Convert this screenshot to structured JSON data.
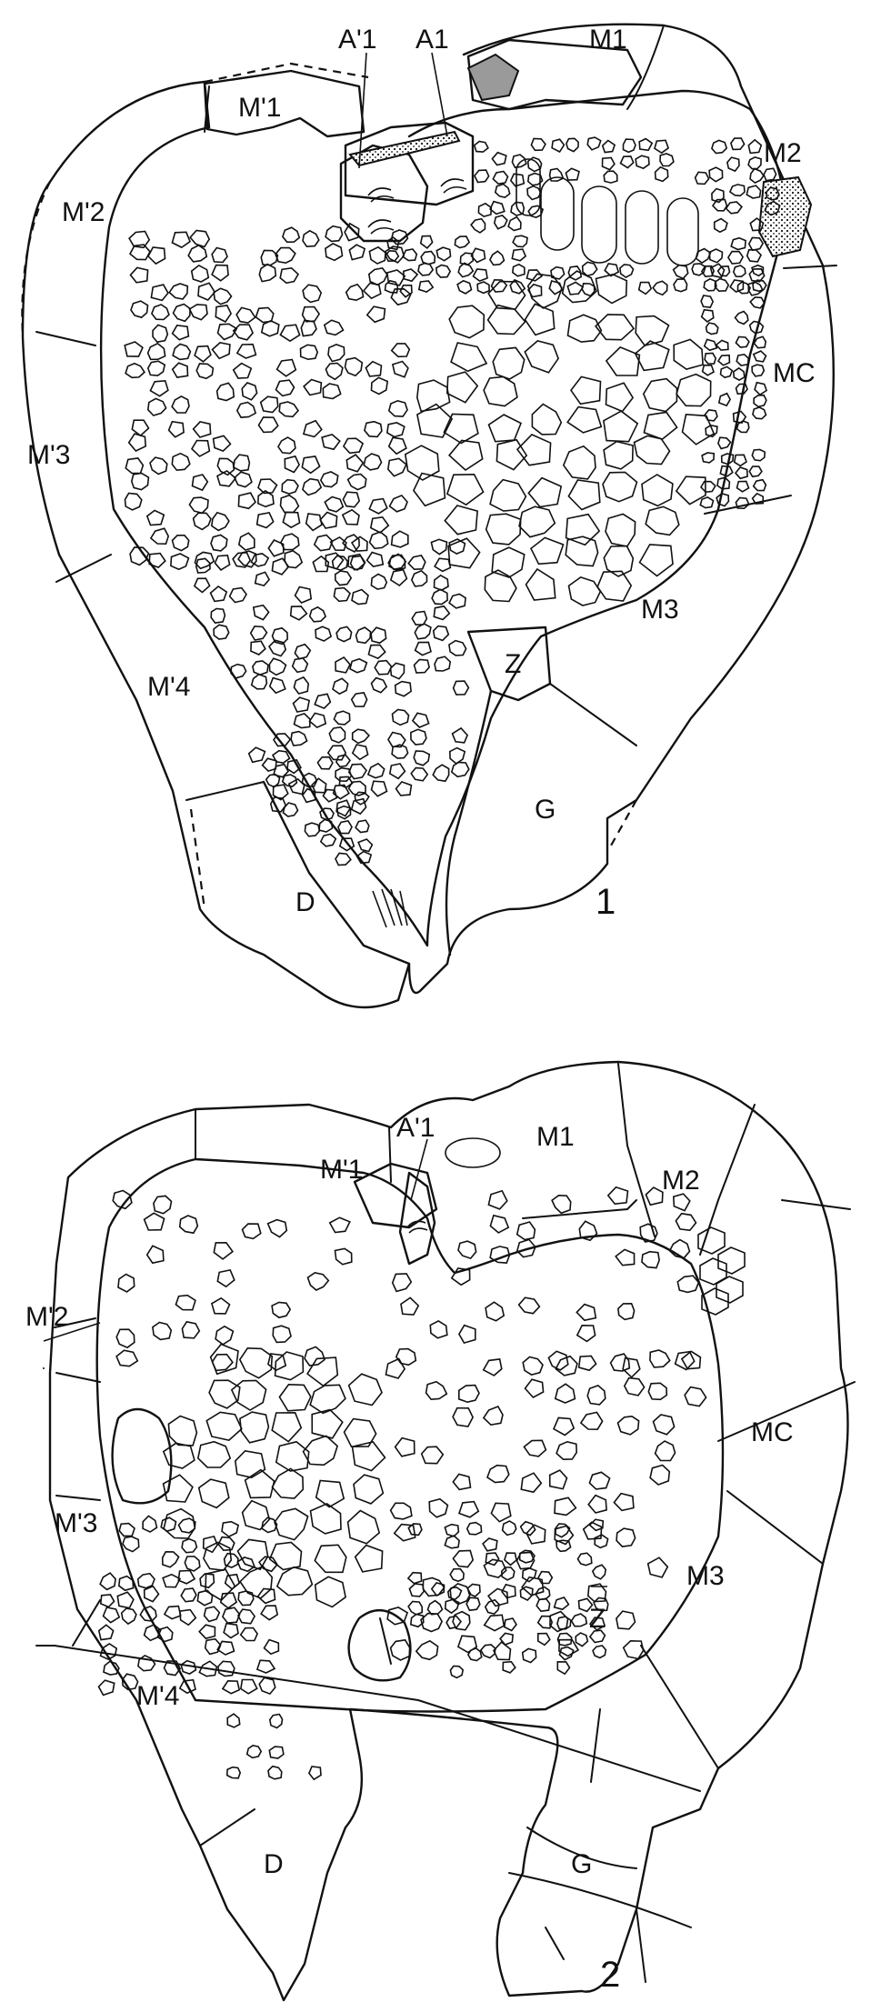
{
  "figure1": {
    "number": "1",
    "labels": {
      "a1_prime": "A'1",
      "a1": "A1",
      "m1": "M1",
      "m1_prime": "M'1",
      "m2": "M2",
      "m2_prime": "M'2",
      "mc": "MC",
      "m3_prime": "M'3",
      "m3": "M3",
      "z": "Z",
      "m4_prime": "M'4",
      "g": "G",
      "d": "D"
    }
  },
  "figure2": {
    "number": "2",
    "labels": {
      "a1_prime": "A'1",
      "m1": "M1",
      "m1_prime": "M'1",
      "m2": "M2",
      "m2_prime": "M'2",
      "mc": "MC",
      "m3_prime": "M'3",
      "m3": "M3",
      "z": "Z",
      "m4_prime": "M'4",
      "g": "G",
      "d": "D"
    }
  },
  "colors": {
    "ink": "#111111",
    "shade": "#9a9a9a",
    "background": "#ffffff"
  }
}
